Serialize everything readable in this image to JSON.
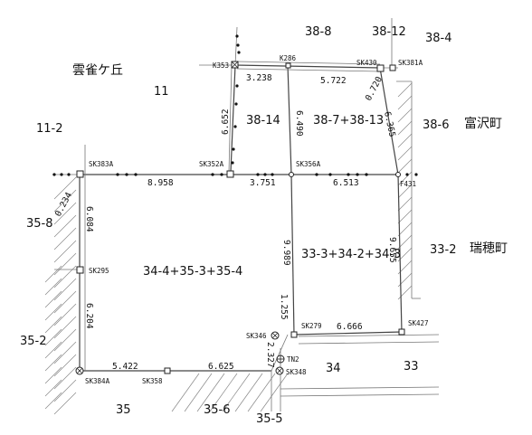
{
  "map": {
    "towns": {
      "hibarigaoka": "雲雀ケ丘",
      "tomisawa": "富沢町",
      "mizuho": "瑞穂町"
    },
    "parcels": [
      "11",
      "11-2",
      "35-8",
      "35-2",
      "35",
      "35-6",
      "35-5",
      "34-4+35-3+35-4",
      "38-14",
      "38-8",
      "38-12",
      "38-4",
      "38-7+38-13",
      "38-6",
      "33-3+34-2+34-3",
      "33-2",
      "34",
      "33"
    ],
    "points": [
      "K353",
      "K286",
      "SK430",
      "SK381A",
      "SK383A",
      "SK352A",
      "SK356A",
      "F431",
      "SK295",
      "SK279",
      "SK427",
      "SK346",
      "TN2",
      "SK348",
      "SK384A",
      "SK358"
    ],
    "distances": [
      "3.238",
      "5.722",
      "0.720",
      "6.652",
      "6.490",
      "6.365",
      "8.958",
      "3.751",
      "6.513",
      "0.234",
      "6.084",
      "9.989",
      "9.655",
      "6.204",
      "1.255",
      "6.666",
      "2.327",
      "5.422",
      "6.625"
    ]
  }
}
